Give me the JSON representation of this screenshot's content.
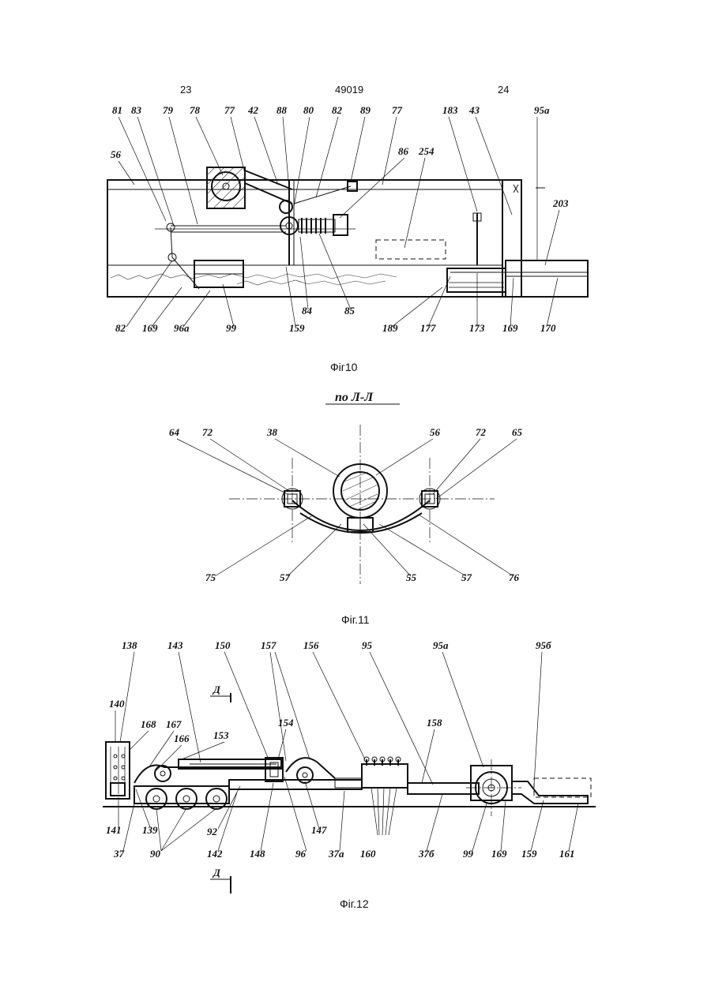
{
  "header": {
    "page_left": "23",
    "patent_number": "49019",
    "page_right": "24"
  },
  "fig10": {
    "caption": "Фіг10",
    "labels": [
      "81",
      "83",
      "79",
      "78",
      "77",
      "42",
      "88",
      "80",
      "82",
      "89",
      "77",
      "183",
      "43",
      "95а",
      "56",
      "86",
      "254",
      "203",
      "82",
      "169",
      "96а",
      "99",
      "159",
      "84",
      "85",
      "189",
      "177",
      "173",
      "169",
      "170"
    ]
  },
  "fig11": {
    "section_title": "по Л-Л",
    "caption": "Фіг.11",
    "labels": [
      "64",
      "72",
      "38",
      "56",
      "72",
      "65",
      "75",
      "57",
      "55",
      "57",
      "76"
    ]
  },
  "fig12": {
    "caption": "Фіг.12",
    "section_mark": "Д",
    "labels": [
      "138",
      "143",
      "150",
      "157",
      "156",
      "95",
      "95а",
      "95б",
      "140",
      "168",
      "167",
      "166",
      "153",
      "154",
      "158",
      "141",
      "139",
      "37",
      "90",
      "92",
      "142",
      "148",
      "96",
      "147",
      "37а",
      "160",
      "37б",
      "99",
      "169",
      "159",
      "161"
    ]
  }
}
